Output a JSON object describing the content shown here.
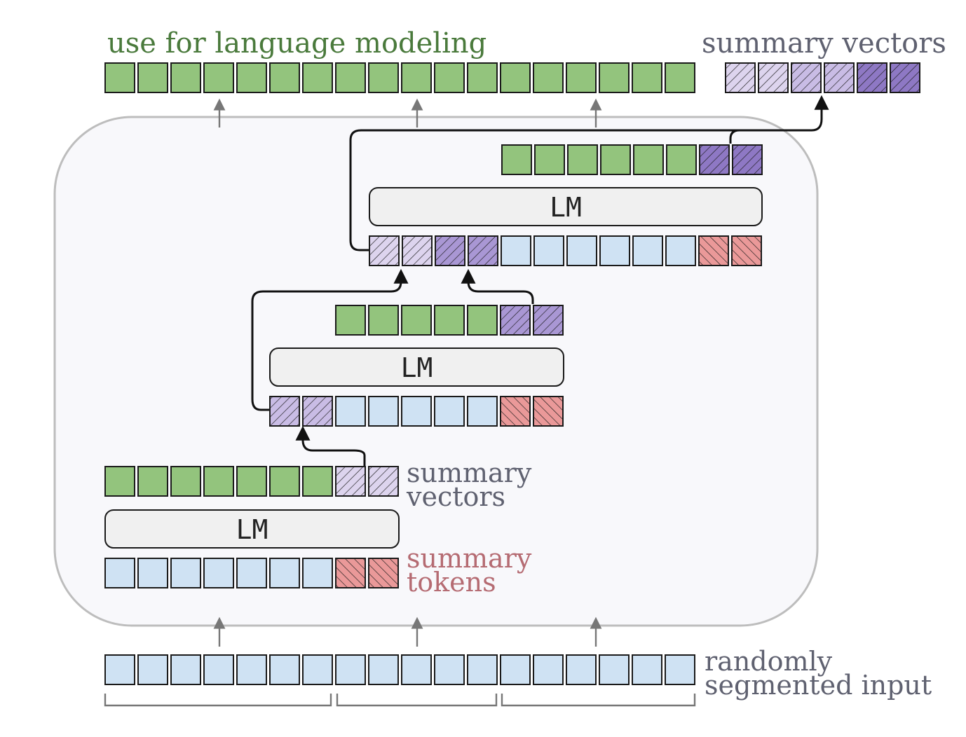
{
  "title_lm": "use for language modeling",
  "title_summary": "summary vectors",
  "lm_label": "LM",
  "summary_vectors_label": [
    "summary",
    "vectors"
  ],
  "summary_tokens_label": [
    "summary",
    "tokens"
  ],
  "input_label": [
    "randomly",
    "segmented input"
  ],
  "colors": {
    "green": "#93c47d",
    "blue": "#cfe2f3",
    "red": "#ea9999",
    "purple_1": "#ddd4ee",
    "purple_2": "#c9bce5",
    "purple_3": "#a997d4",
    "purple_4": "#8e78c4",
    "label_green": "#4a7a3c",
    "label_gray": "#5f6170",
    "label_red": "#b56b72"
  }
}
